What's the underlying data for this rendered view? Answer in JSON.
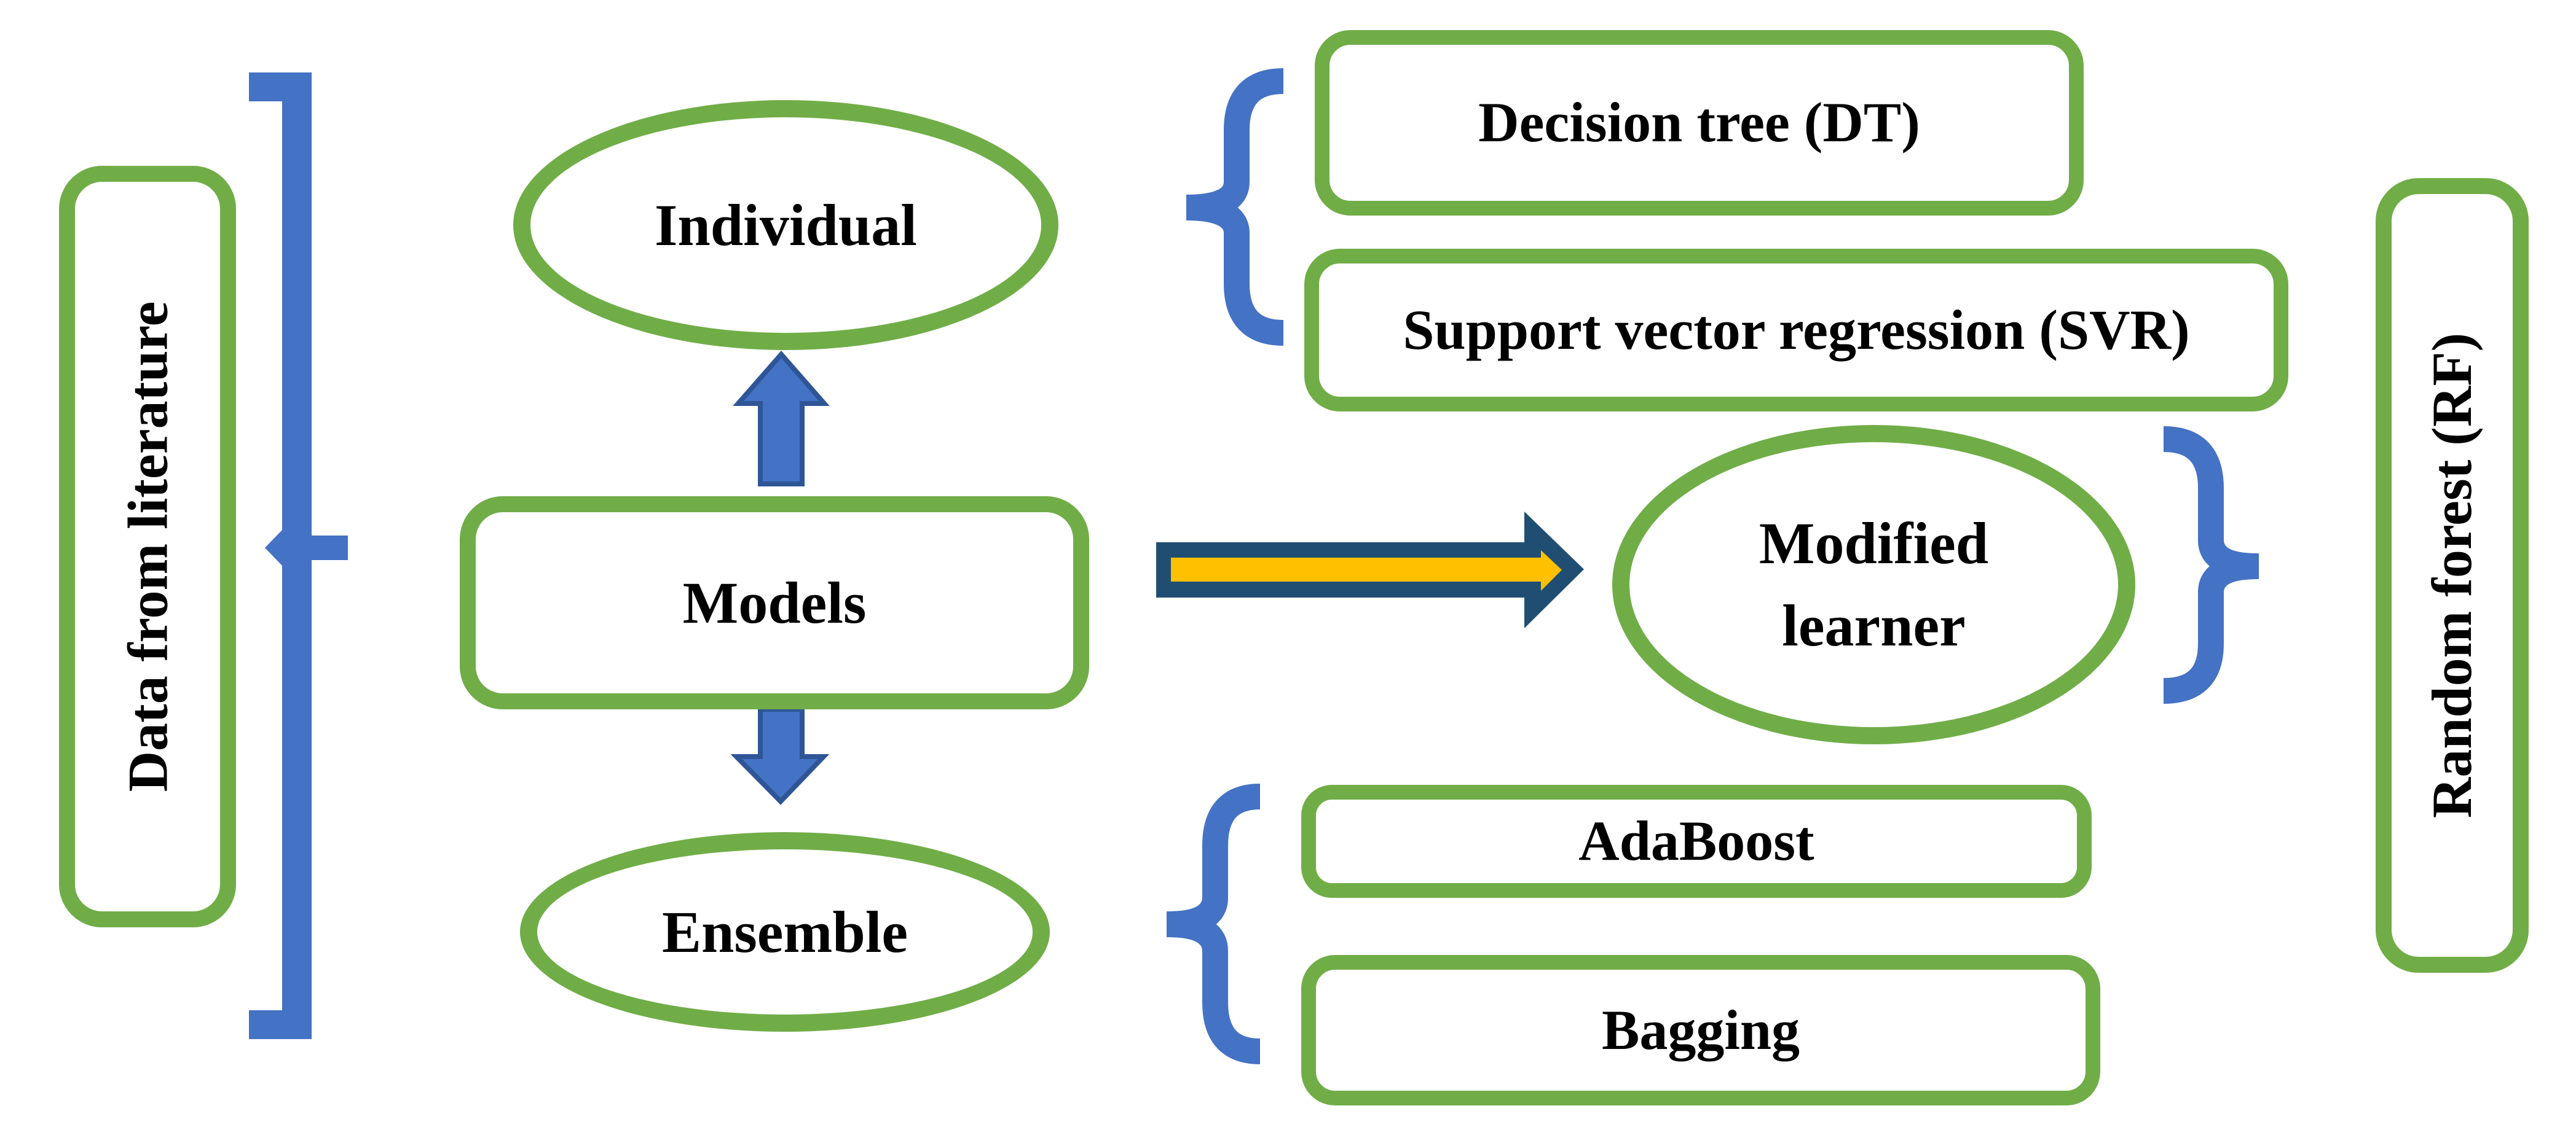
{
  "colors": {
    "green": "#70AD47",
    "blue": "#4472C4",
    "blue_dark": "#2E5596",
    "navy": "#204E73",
    "yellow": "#FFC000",
    "text": "#000000",
    "background": "#FFFFFF"
  },
  "nodes": {
    "data_source": {
      "label": "Data from literature"
    },
    "models": {
      "label": "Models"
    },
    "individual": {
      "label": "Individual"
    },
    "ensemble": {
      "label": "Ensemble"
    },
    "modified_learner": {
      "lines": [
        "Modified",
        "learner"
      ]
    },
    "random_forest": {
      "label": "Random forest (RF)"
    },
    "individual_methods": [
      {
        "label": "Decision tree (DT)"
      },
      {
        "label": "Support vector regression (SVR)"
      }
    ],
    "ensemble_methods": [
      {
        "label": "AdaBoost"
      },
      {
        "label": "Bagging"
      }
    ]
  },
  "connections": {
    "models_to_individual": "up-arrow",
    "models_to_ensemble": "down-arrow",
    "models_to_modified_learner": "right-arrow",
    "data_group": "bracket grouping Data from literature",
    "individual_group": "brace grouping Decision tree (DT) and Support vector regression (SVR)",
    "ensemble_group": "brace grouping AdaBoost and Bagging",
    "modified_group": "brace pointing to Random forest (RF)"
  }
}
